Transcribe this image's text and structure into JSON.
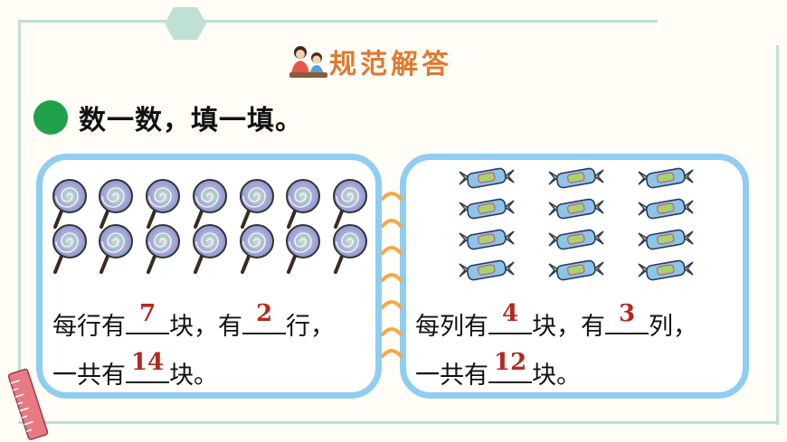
{
  "header": {
    "title": "规范解答",
    "icon": "teacher-student-icon"
  },
  "question": {
    "text": "数一数，填一填。"
  },
  "left_panel": {
    "item_icon": "lollipop-icon",
    "rows": 2,
    "per_row": 7,
    "line1": {
      "t1": "每行有",
      "a1": "7",
      "t2": "块，有",
      "a2": "2",
      "t3": "行，"
    },
    "line2": {
      "t1": "一共有",
      "a1": "14",
      "t2": "块。"
    }
  },
  "right_panel": {
    "item_icon": "candy-icon",
    "columns": 3,
    "per_column": 4,
    "line1": {
      "t1": "每列有",
      "a1": "4",
      "t2": "块，有",
      "a2": "3",
      "t3": "列，"
    },
    "line2": {
      "t1": "一共有",
      "a1": "12",
      "t2": "块。"
    }
  },
  "colors": {
    "accent_green": "#1ea14a",
    "title_orange": "#e07a2e",
    "answer_red": "#b5281f",
    "panel_border": "#8fcdf2",
    "frame": "#bfe0d4"
  }
}
